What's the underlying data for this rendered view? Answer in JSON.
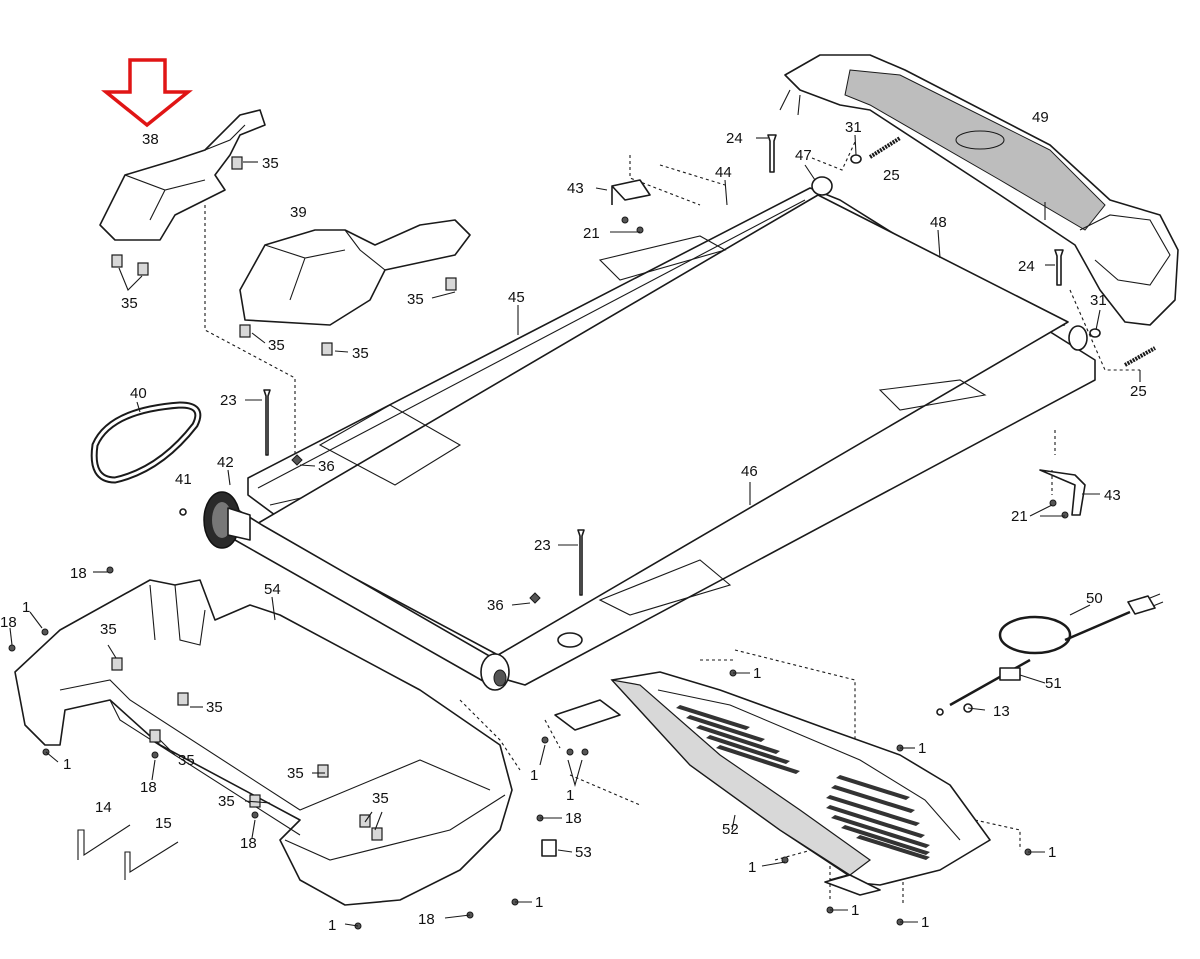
{
  "diagram": {
    "highlight_color": "#e01515",
    "highlighted_part": "38",
    "labels": [
      {
        "id": "l38",
        "text": "38"
      },
      {
        "id": "l35a",
        "text": "35"
      },
      {
        "id": "l35b",
        "text": "35"
      },
      {
        "id": "l39",
        "text": "39"
      },
      {
        "id": "l35c",
        "text": "35"
      },
      {
        "id": "l35d",
        "text": "35"
      },
      {
        "id": "l35e",
        "text": "35"
      },
      {
        "id": "l40",
        "text": "40"
      },
      {
        "id": "l23a",
        "text": "23"
      },
      {
        "id": "l36a",
        "text": "36"
      },
      {
        "id": "l41",
        "text": "41"
      },
      {
        "id": "l42",
        "text": "42"
      },
      {
        "id": "l43a",
        "text": "43"
      },
      {
        "id": "l21a",
        "text": "21"
      },
      {
        "id": "l44",
        "text": "44"
      },
      {
        "id": "l24a",
        "text": "24"
      },
      {
        "id": "l47",
        "text": "47"
      },
      {
        "id": "l31a",
        "text": "31"
      },
      {
        "id": "l25a",
        "text": "25"
      },
      {
        "id": "l49",
        "text": "49"
      },
      {
        "id": "l48",
        "text": "48"
      },
      {
        "id": "l24b",
        "text": "24"
      },
      {
        "id": "l31b",
        "text": "31"
      },
      {
        "id": "l25b",
        "text": "25"
      },
      {
        "id": "l45",
        "text": "45"
      },
      {
        "id": "l46",
        "text": "46"
      },
      {
        "id": "l43b",
        "text": "43"
      },
      {
        "id": "l21b",
        "text": "21"
      },
      {
        "id": "l23b",
        "text": "23"
      },
      {
        "id": "l36b",
        "text": "36"
      },
      {
        "id": "l50",
        "text": "50"
      },
      {
        "id": "l51",
        "text": "51"
      },
      {
        "id": "l13",
        "text": "13"
      },
      {
        "id": "l1a",
        "text": "1"
      },
      {
        "id": "l1b",
        "text": "1"
      },
      {
        "id": "l1c",
        "text": "1"
      },
      {
        "id": "l1d",
        "text": "1"
      },
      {
        "id": "l52",
        "text": "52"
      },
      {
        "id": "l1e",
        "text": "1"
      },
      {
        "id": "l1f",
        "text": "1"
      },
      {
        "id": "l1g",
        "text": "1"
      },
      {
        "id": "l1h",
        "text": "1"
      },
      {
        "id": "l18a",
        "text": "18"
      },
      {
        "id": "l1i",
        "text": "1"
      },
      {
        "id": "l18b",
        "text": "18"
      },
      {
        "id": "l54",
        "text": "54"
      },
      {
        "id": "l35f",
        "text": "35"
      },
      {
        "id": "l35g",
        "text": "35"
      },
      {
        "id": "l35h",
        "text": "35"
      },
      {
        "id": "l1j",
        "text": "1"
      },
      {
        "id": "l18c",
        "text": "18"
      },
      {
        "id": "l35i",
        "text": "35"
      },
      {
        "id": "l35j",
        "text": "35"
      },
      {
        "id": "l35k",
        "text": "35"
      },
      {
        "id": "l18d",
        "text": "18"
      },
      {
        "id": "l18e",
        "text": "18"
      },
      {
        "id": "l14",
        "text": "14"
      },
      {
        "id": "l15",
        "text": "15"
      },
      {
        "id": "l53",
        "text": "53"
      },
      {
        "id": "l1k",
        "text": "1"
      },
      {
        "id": "l18f",
        "text": "18"
      },
      {
        "id": "l1l",
        "text": "1"
      }
    ]
  }
}
